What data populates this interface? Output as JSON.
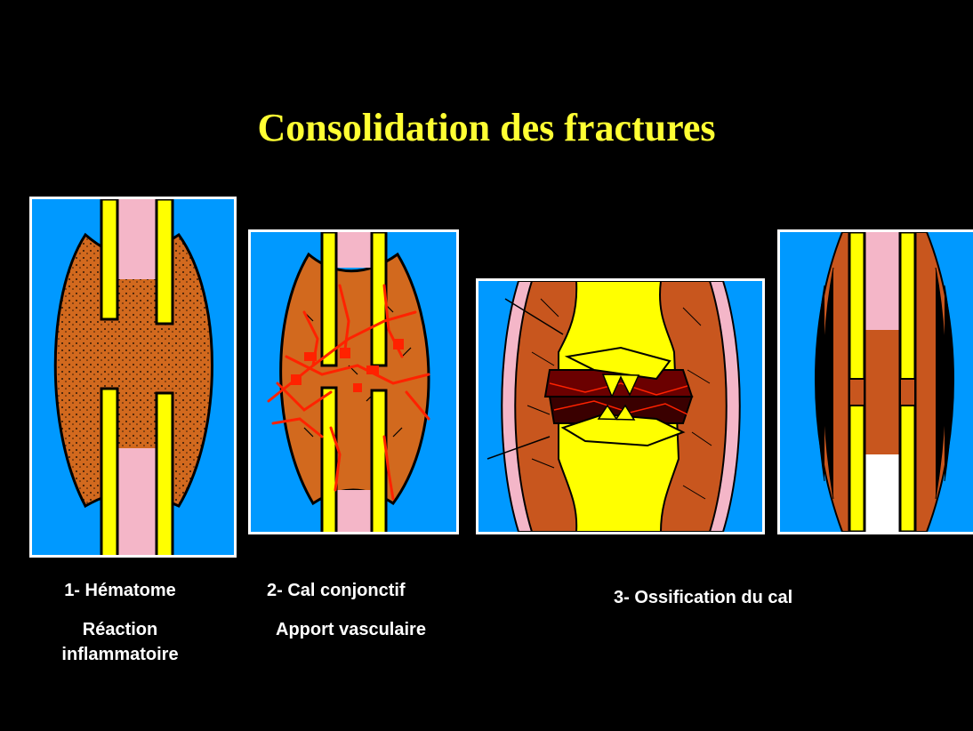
{
  "title": "Consolidation des fractures",
  "colors": {
    "background": "#000000",
    "title": "#ffff33",
    "panel_bg": "#0099ff",
    "panel_border": "#ffffff",
    "hematoma": "#d2691e",
    "cortex": "#ffff00",
    "marrow": "#f4b6c8",
    "vessels": "#ff2200"
  },
  "captions": {
    "stage1_line1": "1- Hématome",
    "stage1_line2": "Réaction",
    "stage1_line3": "inflammatoire",
    "stage2_line1": "2- Cal conjonctif",
    "stage2_line2": "Apport vasculaire",
    "stage3_line1": "3- Ossification du cal"
  }
}
